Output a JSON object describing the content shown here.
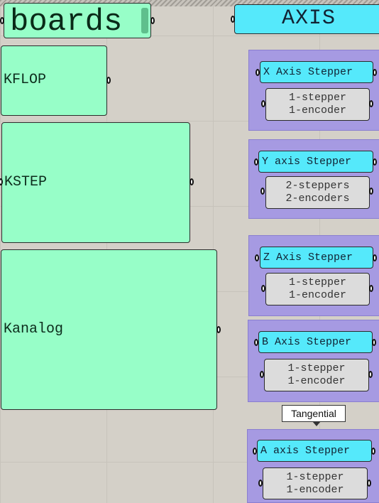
{
  "boards": {
    "header": "boards",
    "items": [
      {
        "label": "KFLOP"
      },
      {
        "label": "KSTEP"
      },
      {
        "label": "Kanalog"
      }
    ]
  },
  "axis": {
    "header": "AXIS",
    "groups": [
      {
        "title": "X Axis Stepper",
        "line1": "1-stepper",
        "line2": "1-encoder"
      },
      {
        "title": "Y axis Stepper",
        "line1": "2-steppers",
        "line2": "2-encoders"
      },
      {
        "title": "Z Axis Stepper",
        "line1": "1-stepper",
        "line2": "1-encoder"
      },
      {
        "title": "B Axis Stepper",
        "line1": "1-stepper",
        "line2": "1-encoder"
      },
      {
        "title": "A axis Stepper",
        "line1": "1-stepper",
        "line2": "1-encoder"
      }
    ]
  },
  "tooltip": {
    "text": "Tangential"
  },
  "colors": {
    "board_node": "#97fec8",
    "axis_node": "#55e9fb",
    "group_bg": "#a69ae2",
    "panel": "#dcdcdc",
    "canvas": "#d4d0c8"
  }
}
